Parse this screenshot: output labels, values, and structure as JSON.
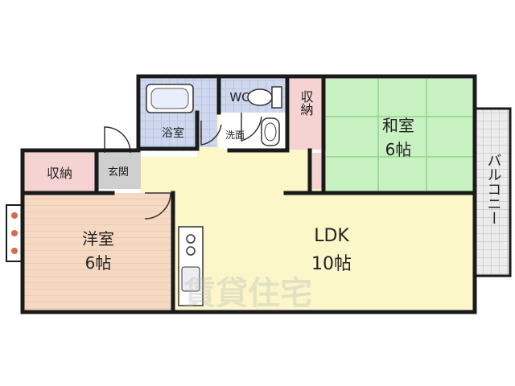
{
  "rooms": {
    "bath": "浴室",
    "wc": "WC",
    "storage_top": "収納",
    "washroom": "洗面",
    "japanese_room_name": "和室",
    "japanese_room_size": "6帖",
    "balcony": "バルコニー",
    "storage_left": "収納",
    "entrance": "玄関",
    "western_room_name": "洋室",
    "western_room_size": "6帖",
    "ldk_name": "LDK",
    "ldk_size": "10帖"
  },
  "watermark": "賃貸住宅",
  "colors": {
    "wall": "#1a1a1a",
    "ldk_floor": "#fbf7c9",
    "tatami": "#c8f2c1",
    "western_floor": "#f6d9c2",
    "storage": "#f6d3d3",
    "bath_tile": "#cfd8ee",
    "entrance": "#cfcfcf",
    "balcony": "#e6e6e6"
  }
}
